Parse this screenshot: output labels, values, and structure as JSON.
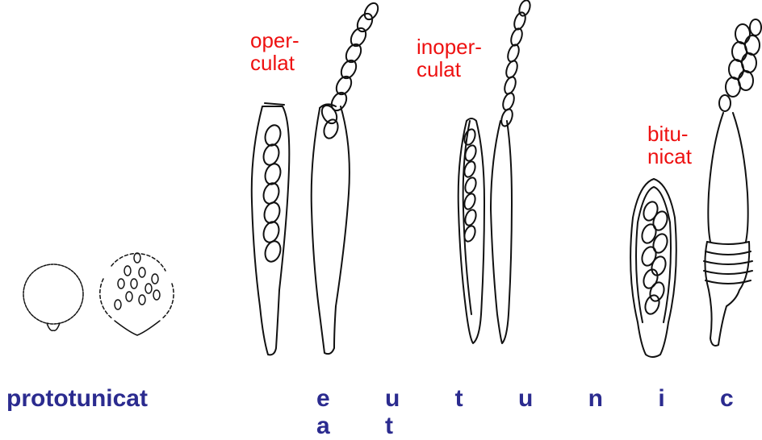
{
  "labels": {
    "operculat": "oper-\nculat",
    "inoperculat": "inoper-\nculat",
    "bitunicat": "bitu-\nnicat",
    "prototunicat": "prototunicat",
    "eutunicat": "e u t u n i c a t"
  },
  "colors": {
    "label_red": "#ee1111",
    "category_blue": "#2b2b8f",
    "line": "#111111"
  }
}
